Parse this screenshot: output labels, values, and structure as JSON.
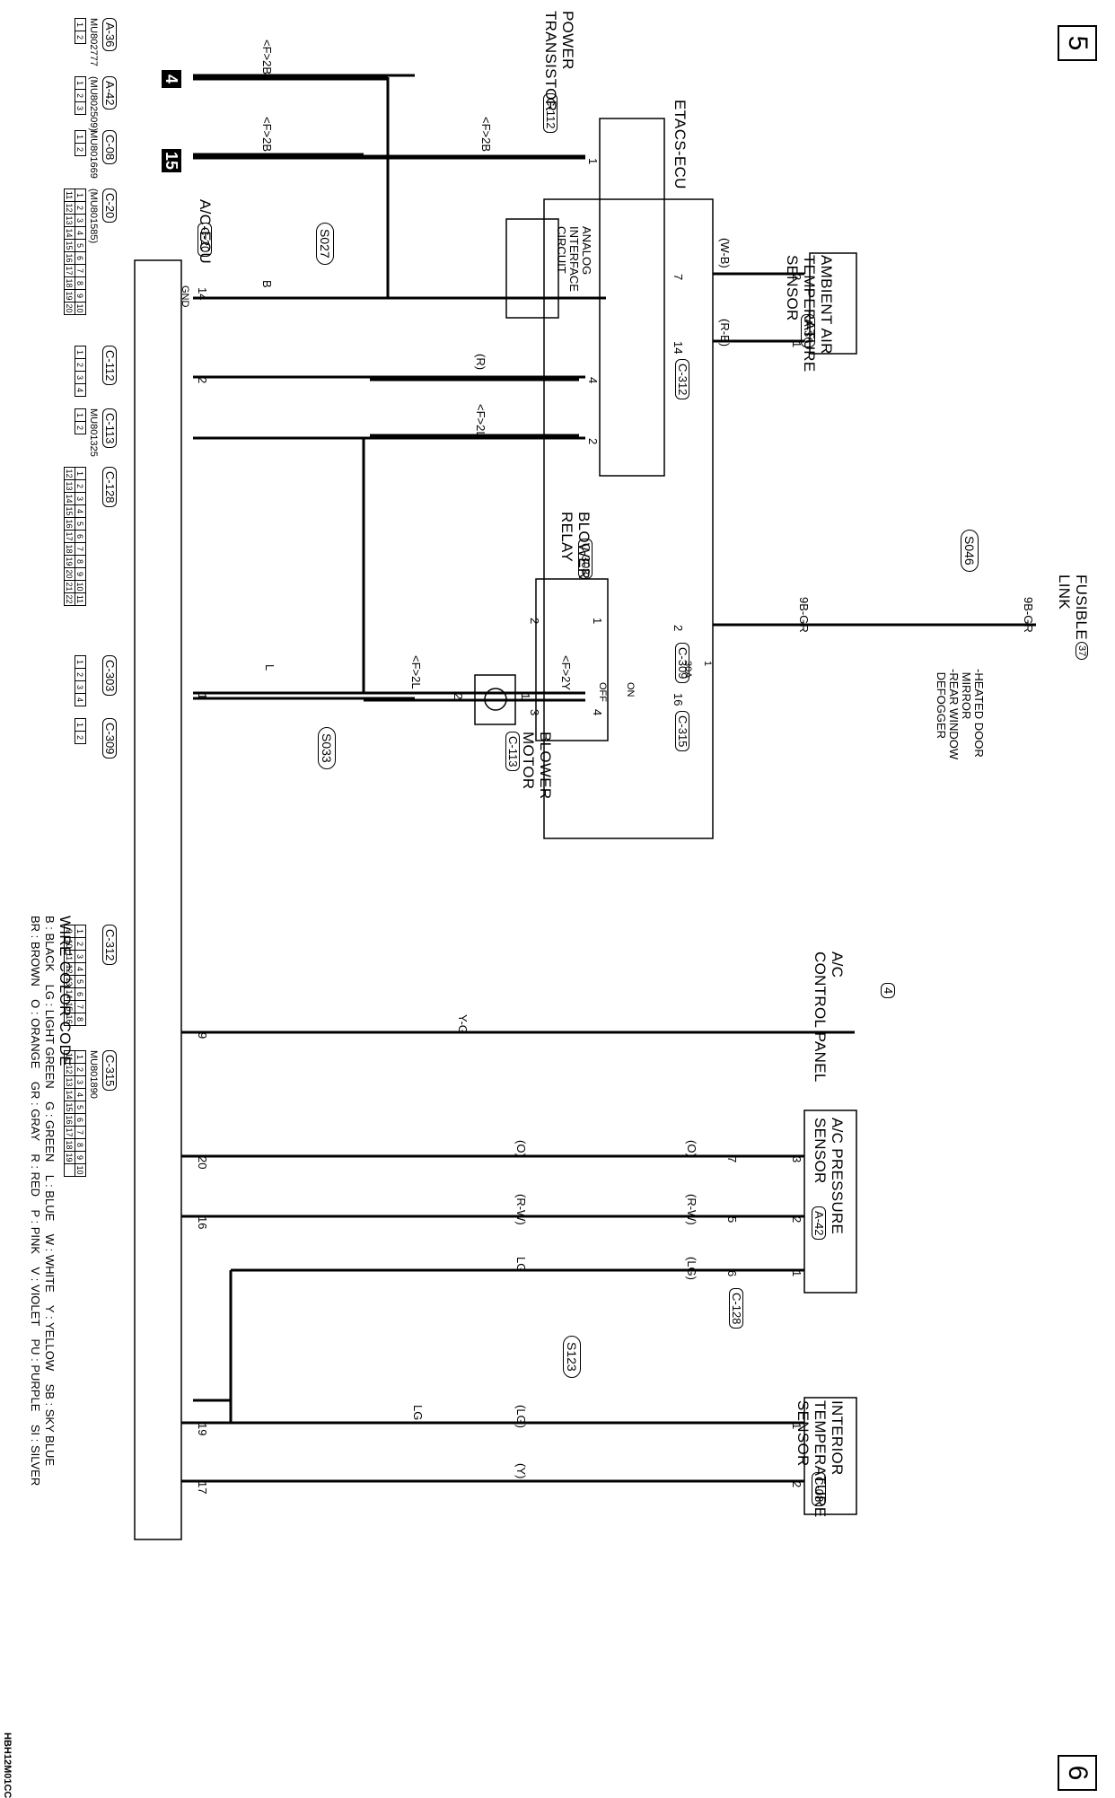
{
  "page_numbers": {
    "left": "5",
    "right": "6"
  },
  "drawing_code": "HBH12M01CC",
  "components": {
    "ambient_sensor": {
      "name": "AMBIENT AIR\nTEMPERATURE\nSENSOR",
      "connector": "A-36"
    },
    "etacs_ecu": {
      "name": "ETACS-ECU"
    },
    "analog_circuit": {
      "name": "ANALOG\nINTERFACE\nCIRCUIT"
    },
    "power_transistor": {
      "name": "POWER\nTRANSISTOR",
      "connector": "C-112"
    },
    "ac_ecu": {
      "name": "A/C-ECU",
      "connector": "C-20"
    },
    "blower_relay": {
      "name": "BLOWER\nRELAY",
      "connector": "C-303"
    },
    "blower_motor": {
      "name": "BLOWER\nMOTOR",
      "connector": "C-113"
    },
    "fusible_link": {
      "name": "FUSIBLE\nLINK",
      "number": "37"
    },
    "defogger_note": "-HEATED DOOR\n MIRROR\n-REAR WINDOW\n DEFOGGER",
    "ac_control_panel": {
      "name": "A/C\nCONTROL PANEL"
    },
    "ac_pressure_sensor": {
      "name": "A/C PRESSURE\nSENSOR",
      "connector": "A-42"
    },
    "interior_sensor": {
      "name": "INTERIOR\nTEMPERATURE\nSENSOR",
      "connector": "C-08"
    }
  },
  "wires": {
    "f2b_1": "<F>2B",
    "f2b_2": "<F>2B",
    "f2b_3": "<F>2B",
    "b": "B",
    "r": "(R)",
    "f2l_1": "<F>2L",
    "l": "L",
    "f2l_2": "<F>2L",
    "f2y": "<F>2Y",
    "wb": "(W-B)",
    "rb": "(R-B)",
    "gr1": "9B-GR",
    "gr2": "9B-GR",
    "yg": "Y-G",
    "o1": "(O)",
    "o2": "(O)",
    "rw1": "(R-W)",
    "rw2": "(R-W)",
    "lg1": "(LG)",
    "lg2": "LG",
    "lg3": "(LG)",
    "lg4": "LG",
    "y": "(Y)"
  },
  "splices": [
    "S027",
    "S033",
    "S046",
    "S123"
  ],
  "ground_labels": {
    "gnd": "GND"
  },
  "terminal_markers": {
    "m4": "4",
    "m15": "15",
    "panel": "4",
    "relay_fuse": "1",
    "fuse_amp": "30A"
  },
  "relay_labels": {
    "on": "ON",
    "off": "OFF"
  },
  "pins": {
    "ecu_14": "14",
    "ecu_2": "2",
    "ecu_1": "1",
    "ecu_9": "9",
    "ecu_20": "20",
    "ecu_16": "16",
    "ecu_19": "19",
    "ecu_17": "17",
    "pt_1": "1",
    "pt_4": "4",
    "pt_2": "2",
    "amb_2": "2",
    "amb_1": "1",
    "etacs_7": "7",
    "etacs_14": "14",
    "etacs_2": "2",
    "etacs_16": "16",
    "relay_1": "1",
    "relay_2": "2",
    "relay_3": "3",
    "relay_4": "4",
    "bm_1": "1",
    "bm_2": "2",
    "ps_3": "3",
    "ps_2": "2",
    "ps_1": "1",
    "jc_7": "7",
    "jc_5": "5",
    "jc_6": "6",
    "is_1": "1",
    "is_2": "2"
  },
  "pin_connectors": {
    "c312": "C-312",
    "c309": "C-309",
    "c315": "C-315",
    "c128": "C-128"
  },
  "connector_views": [
    {
      "id": "A-36",
      "part": "MU802777",
      "pins": [
        "1",
        "2"
      ]
    },
    {
      "id": "A-42",
      "part": "(MU802509)",
      "pins": [
        "1",
        "2",
        "3"
      ]
    },
    {
      "id": "C-08",
      "part": "MU801669",
      "pins": [
        "1",
        "2"
      ]
    },
    {
      "id": "C-20",
      "part": "(MU801585)",
      "pins": [
        "1",
        "2",
        "3",
        "4",
        "5",
        "6",
        "7",
        "8",
        "9",
        "10",
        "11",
        "12",
        "13",
        "14",
        "15",
        "16",
        "17",
        "18",
        "19",
        "20"
      ]
    },
    {
      "id": "C-112",
      "part": "",
      "pins": [
        "1",
        "2",
        "3",
        "4"
      ]
    },
    {
      "id": "C-113",
      "part": "MU801325",
      "pins": [
        "1",
        "2"
      ]
    },
    {
      "id": "C-128",
      "part": "",
      "pins": [
        "1",
        "2",
        "3",
        "4",
        "5",
        "6",
        "7",
        "8",
        "9",
        "10",
        "11",
        "12",
        "13",
        "14",
        "15",
        "16",
        "17",
        "18",
        "19",
        "20",
        "21",
        "22"
      ]
    },
    {
      "id": "C-303",
      "part": "",
      "pins": [
        "1",
        "2",
        "3",
        "4"
      ]
    },
    {
      "id": "C-309",
      "part": "",
      "pins": [
        "1",
        "2"
      ]
    },
    {
      "id": "C-312",
      "part": "",
      "pins": [
        "1",
        "2",
        "3",
        "4",
        "5",
        "6",
        "7",
        "8",
        "9",
        "10",
        "11",
        "12",
        "13",
        "14",
        "15",
        "16"
      ]
    },
    {
      "id": "C-315",
      "part": "MU801890",
      "pins": [
        "1",
        "2",
        "3",
        "4",
        "5",
        "6",
        "7",
        "8",
        "9",
        "10",
        "11",
        "12",
        "13",
        "14",
        "15",
        "16",
        "17",
        "18",
        "19"
      ]
    }
  ],
  "wire_color_code": {
    "title": "WIRE COLOR CODE",
    "line1": "B : BLACK    LG : LIGHT GREEN    G : GREEN    L : BLUE    W : WHITE    Y : YELLOW    SB : SKY BLUE",
    "line2": "BR : BROWN    O : ORANGE    GR : GRAY    R : RED    P : PINK    V : VIOLET    PU : PURPLE    SI : SILVER"
  }
}
